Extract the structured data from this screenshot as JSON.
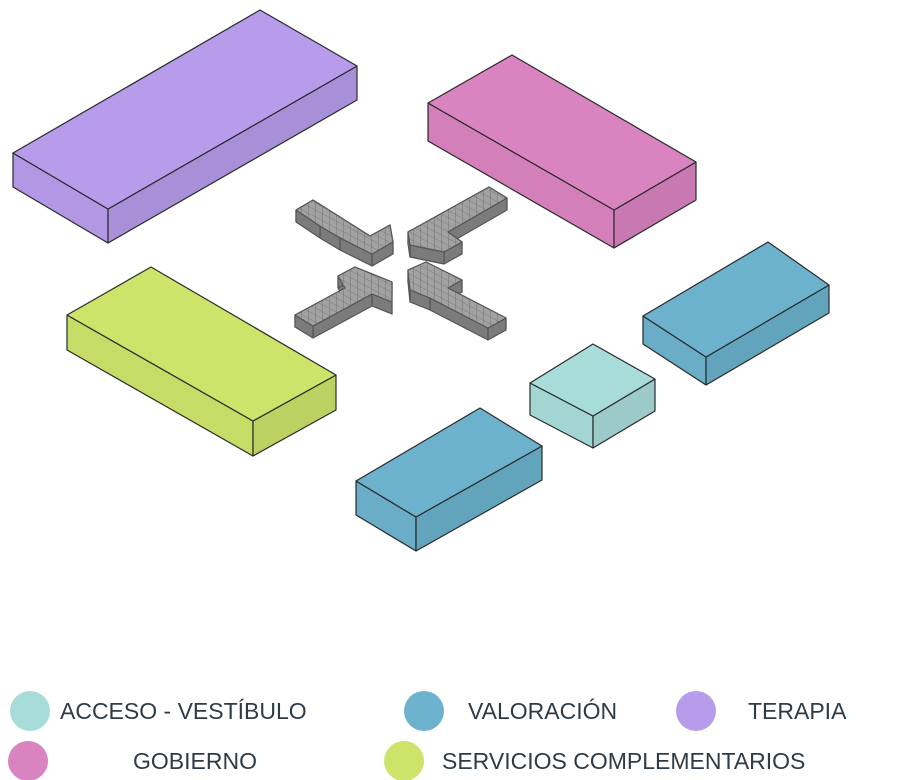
{
  "categories": {
    "acceso": {
      "label": "ACCESO - VESTÍBULO",
      "color": "#a8dcd9"
    },
    "valoracion": {
      "label": "VALORACIÓN",
      "color": "#6cb2cd"
    },
    "terapia": {
      "label": "TERAPIA",
      "color": "#b79cec"
    },
    "gobierno": {
      "label": "GOBIERNO",
      "color": "#d983c0"
    },
    "servicios": {
      "label": "SERVICIOS COMPLEMENTARIOS",
      "color": "#cde36a"
    }
  },
  "core_color": "#9a9a9a",
  "outline_color": "#2a2a2a"
}
